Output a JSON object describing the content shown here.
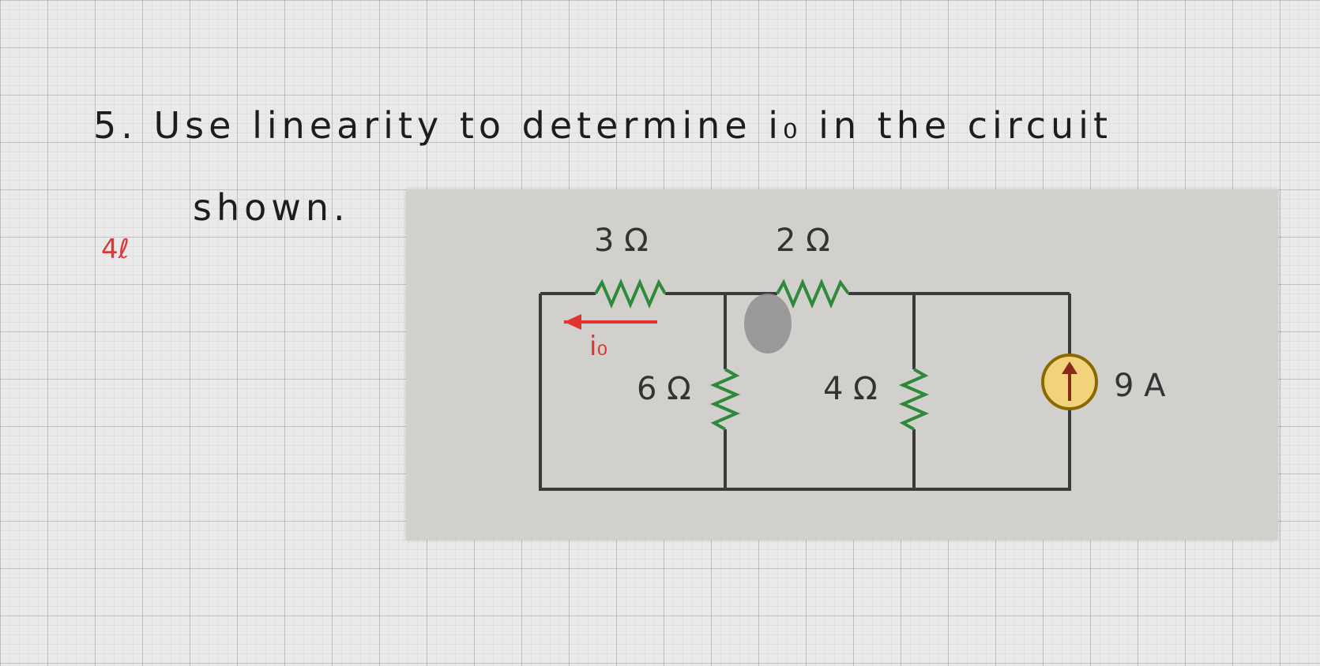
{
  "problem": {
    "line1": "5. Use linearity to determine i₀ in the circuit",
    "line2": "shown."
  },
  "margin_note": "4ℓ",
  "circuit": {
    "r_top_left": "3 Ω",
    "r_top_right": "2 Ω",
    "r_mid": "6 Ω",
    "r_right": "4 Ω",
    "source": "9 A",
    "current_label": "i₀",
    "colors": {
      "wire": "#3a3a3a",
      "resistor": "#2e8a3a",
      "arrow": "#e0342c",
      "source_fill": "#f2d27a",
      "source_ring": "#8a6a00"
    }
  }
}
